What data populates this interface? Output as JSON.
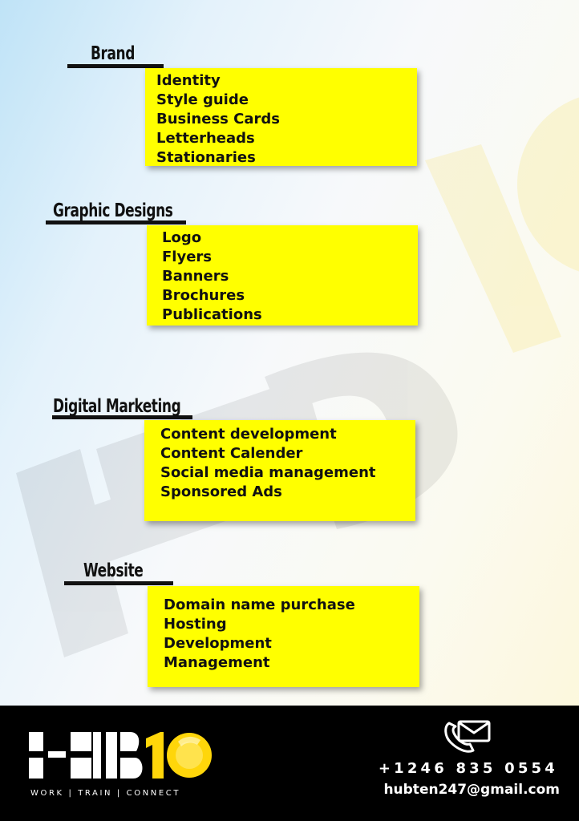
{
  "sections": [
    {
      "title": "Brand",
      "items": [
        "Identity",
        "Style guide",
        "Business Cards",
        "Letterheads",
        "Stationaries"
      ]
    },
    {
      "title": "Graphic Designs",
      "items": [
        "Logo",
        "Flyers",
        "Banners",
        "Brochures",
        "Publications"
      ]
    },
    {
      "title": "Digital Marketing",
      "items": [
        "Content development",
        "Content Calender",
        "Social media management",
        "Sponsored Ads"
      ]
    },
    {
      "title": "Website",
      "items": [
        "Domain name purchase",
        "Hosting",
        "Development",
        "Management"
      ]
    }
  ],
  "footer": {
    "logo_text": "HUB10",
    "tagline": "WORK | TRAIN | CONNECT",
    "phone": "+1246 835 0554",
    "email": "hubten247@gmail.com",
    "icon": "mail-phone-icon"
  },
  "colors": {
    "card_yellow": "#ffff00",
    "footer_bg": "#000000",
    "logo_accent": "#ffd60a",
    "text": "#111111"
  }
}
